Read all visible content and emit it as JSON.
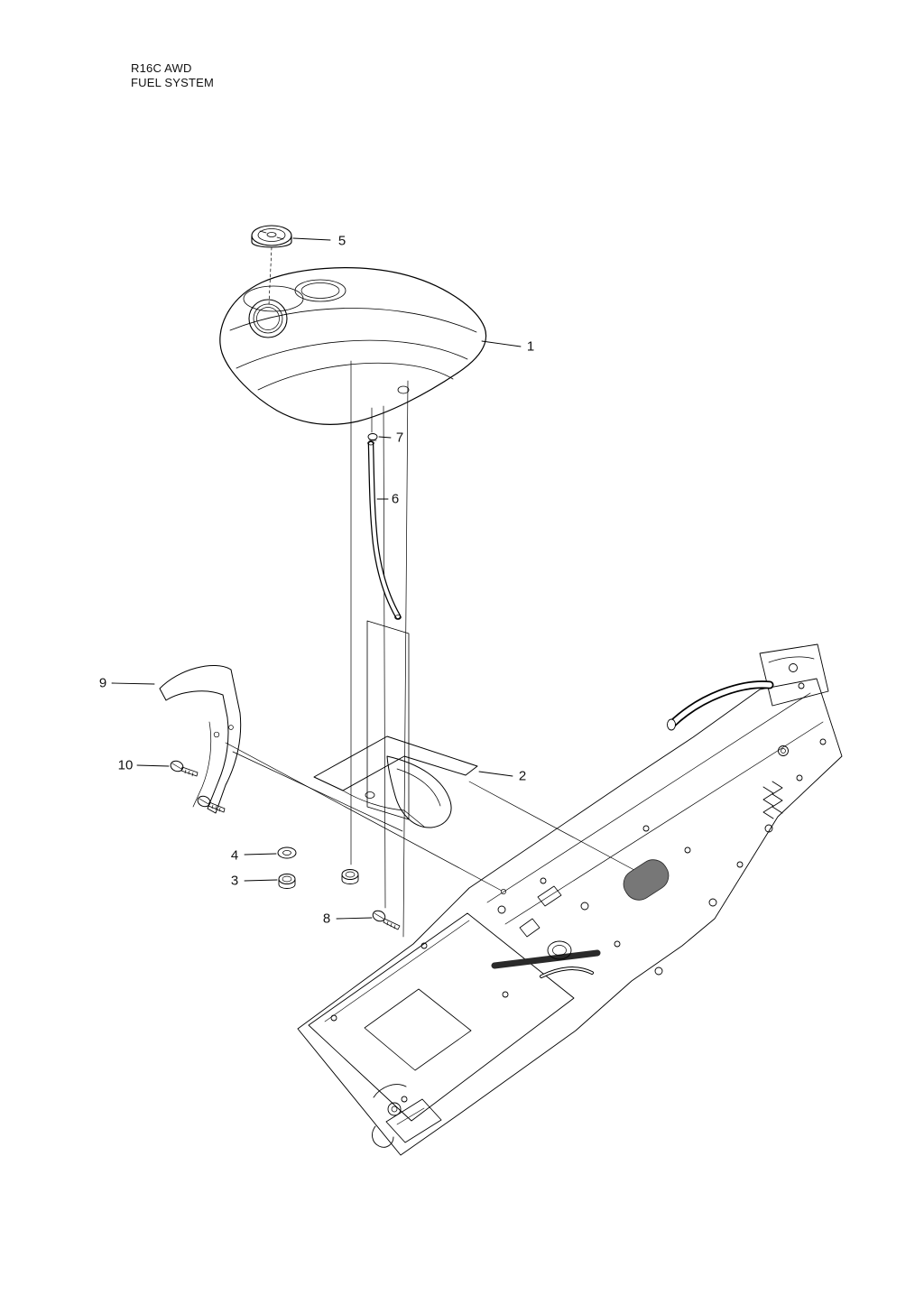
{
  "header": {
    "model": "R16C AWD",
    "section": "FUEL SYSTEM"
  },
  "colors": {
    "line": "#000000",
    "background": "#ffffff",
    "pump_fill": "#777777",
    "bar_fill": "#2a2a2a"
  },
  "callouts": [
    {
      "label": "1"
    },
    {
      "label": "2"
    },
    {
      "label": "3"
    },
    {
      "label": "4"
    },
    {
      "label": "5"
    },
    {
      "label": "6"
    },
    {
      "label": "7"
    },
    {
      "label": "8"
    },
    {
      "label": "9"
    },
    {
      "label": "10"
    }
  ]
}
